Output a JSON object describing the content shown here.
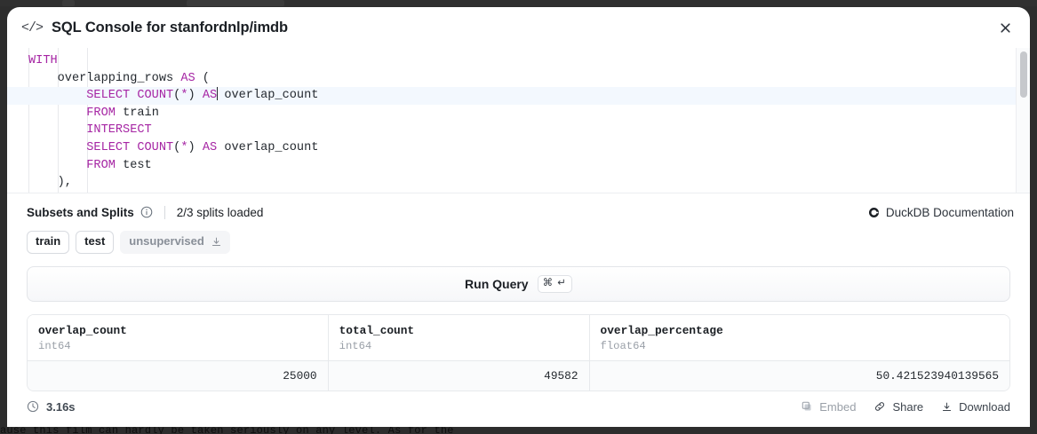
{
  "background": {
    "page_text": "ause this film can hardly be taken seriously on any level. As for the"
  },
  "modal": {
    "header": {
      "icon": "code-brackets-icon",
      "icon_glyph": "</>",
      "title": "SQL Console for stanfordnlp/imdb",
      "close_label": "×"
    },
    "editor": {
      "lines": [
        {
          "indent": 0,
          "parts": [
            {
              "t": "WITH",
              "kw": true
            }
          ]
        },
        {
          "indent": 1,
          "parts": [
            {
              "t": "overlapping_rows ",
              "kw": false
            },
            {
              "t": "AS",
              "kw": true
            },
            {
              "t": " (",
              "kw": false
            }
          ]
        },
        {
          "indent": 2,
          "active": true,
          "parts": [
            {
              "t": "SELECT COUNT",
              "kw": true
            },
            {
              "t": "(",
              "kw": false
            },
            {
              "t": "*",
              "kw": true
            },
            {
              "t": ") ",
              "kw": false
            },
            {
              "t": "AS",
              "kw": true
            },
            {
              "t": "CARET",
              "kw": false
            },
            {
              "t": " overlap_count",
              "kw": false
            }
          ]
        },
        {
          "indent": 2,
          "parts": [
            {
              "t": "FROM",
              "kw": true
            },
            {
              "t": " train",
              "kw": false
            }
          ]
        },
        {
          "indent": 2,
          "parts": [
            {
              "t": "INTERSECT",
              "kw": true
            }
          ]
        },
        {
          "indent": 2,
          "parts": [
            {
              "t": "SELECT COUNT",
              "kw": true
            },
            {
              "t": "(",
              "kw": false
            },
            {
              "t": "*",
              "kw": true
            },
            {
              "t": ") ",
              "kw": false
            },
            {
              "t": "AS",
              "kw": true
            },
            {
              "t": " overlap_count",
              "kw": false
            }
          ]
        },
        {
          "indent": 2,
          "parts": [
            {
              "t": "FROM",
              "kw": true
            },
            {
              "t": " test",
              "kw": false
            }
          ]
        },
        {
          "indent": 1,
          "parts": [
            {
              "t": "),",
              "kw": false
            }
          ]
        }
      ],
      "scrollbar": "vertical-scrollbar"
    },
    "subsets": {
      "title": "Subsets and Splits",
      "info_icon": "info-circle-icon",
      "splits_loaded": "2/3 splits loaded",
      "duckdb_link": "DuckDB Documentation",
      "duckdb_icon": "duckdb-logo-icon",
      "chips": [
        {
          "label": "train",
          "state": "loaded"
        },
        {
          "label": "test",
          "state": "loaded"
        },
        {
          "label": "unsupervised",
          "state": "not-loaded",
          "icon": "download-icon"
        }
      ]
    },
    "run_query": {
      "label": "Run Query",
      "shortcut": "⌘ ↵"
    },
    "results": {
      "columns": [
        {
          "name": "overlap_count",
          "type": "int64"
        },
        {
          "name": "total_count",
          "type": "int64"
        },
        {
          "name": "overlap_percentage",
          "type": "float64"
        }
      ],
      "rows": [
        [
          "25000",
          "49582",
          "50.421523940139565"
        ]
      ]
    },
    "footer": {
      "duration": "3.16s",
      "clock_icon": "clock-icon",
      "actions": [
        {
          "label": "Embed",
          "icon": "copy-icon",
          "dim": true
        },
        {
          "label": "Share",
          "icon": "link-icon",
          "dim": false
        },
        {
          "label": "Download",
          "icon": "download-icon",
          "dim": false
        }
      ]
    }
  }
}
